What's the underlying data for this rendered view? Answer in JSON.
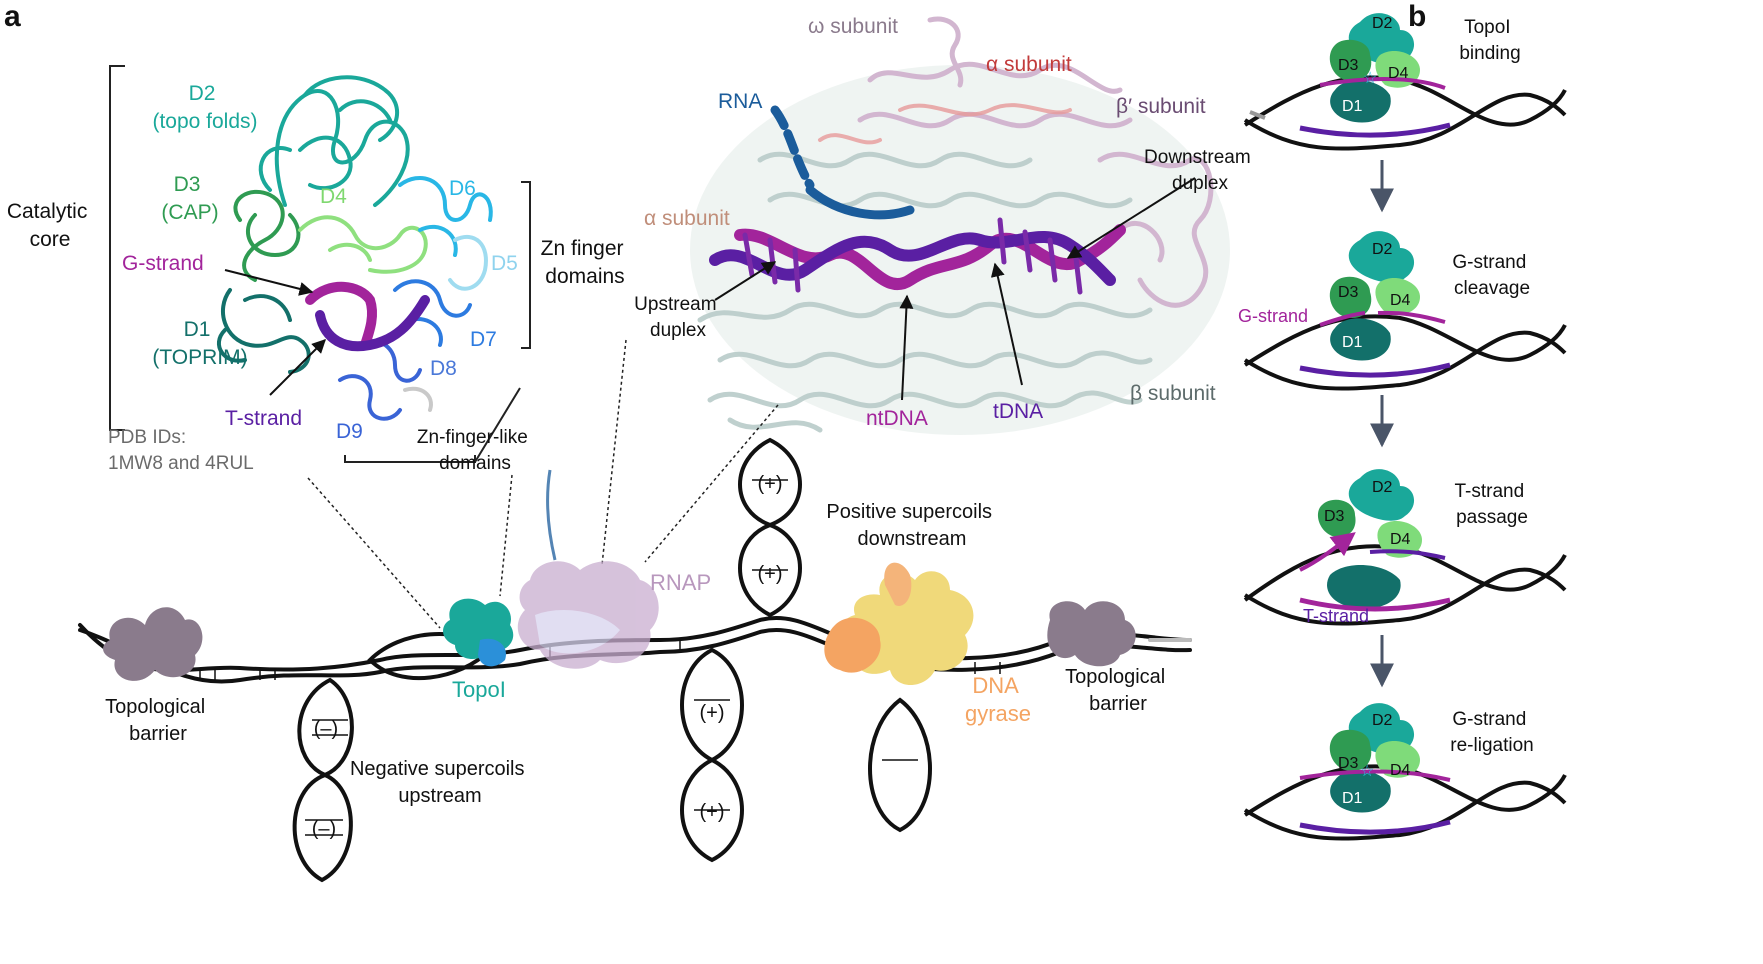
{
  "panel_labels": {
    "a": "a",
    "b": "b"
  },
  "topo": {
    "catalytic_core": [
      "Catalytic",
      "core"
    ],
    "d2": [
      "D2",
      "(topo folds)"
    ],
    "d3": [
      "D3",
      "(CAP)"
    ],
    "d4": "D4",
    "d6": "D6",
    "d5": "D5",
    "g_strand": "G-strand",
    "d1": [
      "D1",
      "(TOPRIM)"
    ],
    "d7": "D7",
    "d8": "D8",
    "t_strand": "T-strand",
    "d9": "D9",
    "zn_finger": [
      "Zn finger",
      "domains"
    ],
    "pdb": [
      "PDB IDs:",
      "1MW8 and 4RUL"
    ],
    "zn_like": [
      "Zn-finger-like",
      "domains"
    ]
  },
  "rnap": {
    "omega": "ω subunit",
    "alpha_top": "α subunit",
    "beta_prime": "β′ subunit",
    "rna": "RNA",
    "downstream": [
      "Downstream",
      "duplex"
    ],
    "alpha_left": "α subunit",
    "upstream": [
      "Upstream",
      "duplex"
    ],
    "beta": "β subunit",
    "ntdna": "ntDNA",
    "tdna": "tDNA"
  },
  "bottom": {
    "positive": [
      "Positive supercoils",
      "downstream"
    ],
    "rnap": "RNAP",
    "topoi": "TopoI",
    "dna_gyrase": [
      "DNA",
      "gyrase"
    ],
    "barrier_left": [
      "Topological",
      "barrier"
    ],
    "barrier_right": [
      "Topological",
      "barrier"
    ],
    "negative": [
      "Negative supercoils",
      "upstream"
    ],
    "plus": "(+)",
    "minus": "(–)"
  },
  "panel_b": {
    "steps": [
      {
        "title": [
          "TopoI",
          "binding"
        ],
        "d2": "D2",
        "d3": "D3",
        "d4": "D4",
        "d1": "D1"
      },
      {
        "title": [
          "G-strand",
          "cleavage"
        ],
        "d2": "D2",
        "d3": "D3",
        "d4": "D4",
        "d1": "D1",
        "side": "G-strand"
      },
      {
        "title": [
          "T-strand",
          "passage"
        ],
        "d2": "D2",
        "d3": "D3",
        "d4": "D4",
        "side": "T-strand"
      },
      {
        "title": [
          "G-strand",
          "re-ligation"
        ],
        "d2": "D2",
        "d3": "D3",
        "d4": "D4",
        "d1": "D1"
      }
    ]
  },
  "colors": {
    "teal": "#1aa89a",
    "d3_green": "#2f9b52",
    "d4_green": "#7fdb7a",
    "d1_dark": "#13706a",
    "blue": "#2b90d9",
    "purple": "#5a1fa3",
    "magenta": "#a2249b",
    "rnap_pink": "#b897bd",
    "gyrase_orange": "#f4a462",
    "rna_blue": "#1b5c9b",
    "barrier": "#8a7b8c"
  }
}
